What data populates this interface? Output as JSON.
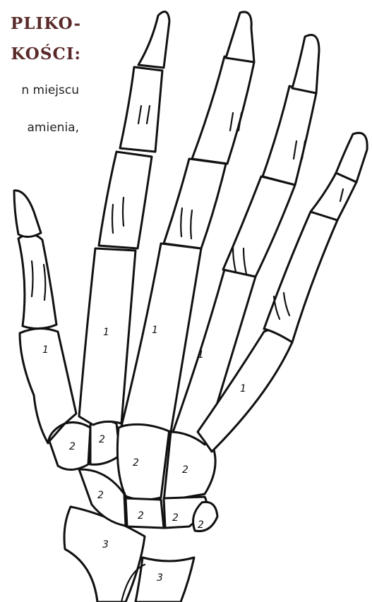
{
  "text": {
    "heading_line1": "PLIKO-",
    "heading_line2": "KOŚCI:",
    "line1": "n miejscu",
    "line2": "amienia,"
  },
  "labels": {
    "metacarpal": "1",
    "carpal": "2",
    "forearm": "3"
  }
}
